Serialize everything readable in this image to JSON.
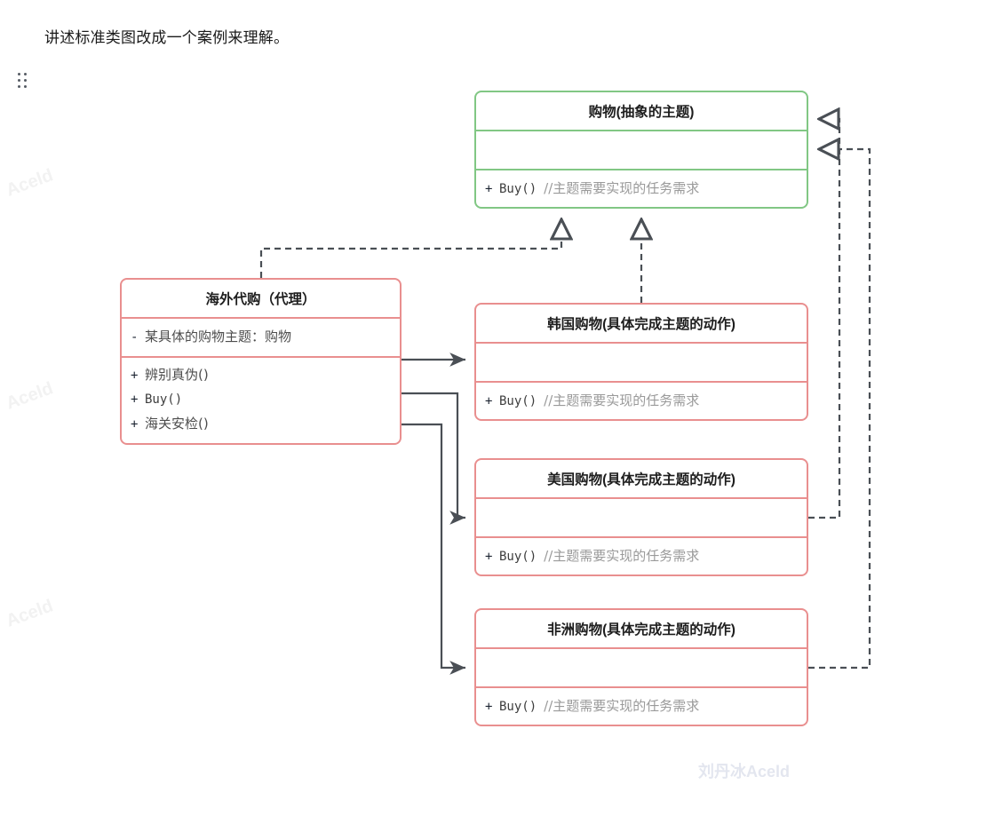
{
  "document": {
    "heading": "讲述标准类图改成一个案例来理解。",
    "drag_handle_icon": "drag-handle-icon"
  },
  "watermarks": {
    "side_text": "Aceld",
    "bottom_text": "刘丹冰Aceld"
  },
  "colors": {
    "abstract_border": "#81c784",
    "concrete_border": "#e98f8f",
    "connector": "#4a4f55",
    "text": "#1d1d1d",
    "member_text": "#8a8a8a"
  },
  "diagram": {
    "type": "uml-class-diagram",
    "classes": [
      {
        "id": "shopping",
        "name": "购物(抽象的主题)",
        "stereotype": "abstract-subject",
        "color": "#81c784",
        "attributes": [],
        "methods": [
          {
            "visibility": "+",
            "signature": "Buy()",
            "comment": "//主题需要实现的任务需求"
          }
        ]
      },
      {
        "id": "overseas-agent",
        "name": "海外代购（代理）",
        "stereotype": "proxy",
        "color": "#e98f8f",
        "attributes": [
          {
            "visibility": "-",
            "signature": "某具体的购物主题：购物",
            "comment": ""
          }
        ],
        "methods": [
          {
            "visibility": "+",
            "signature": "辨别真伪()",
            "comment": ""
          },
          {
            "visibility": "+",
            "signature": "Buy()",
            "comment": ""
          },
          {
            "visibility": "+",
            "signature": "海关安检()",
            "comment": ""
          }
        ]
      },
      {
        "id": "korea-shopping",
        "name": "韩国购物(具体完成主题的动作)",
        "stereotype": "concrete-subject",
        "color": "#e98f8f",
        "attributes": [],
        "methods": [
          {
            "visibility": "+",
            "signature": "Buy()",
            "comment": "//主题需要实现的任务需求"
          }
        ]
      },
      {
        "id": "usa-shopping",
        "name": "美国购物(具体完成主题的动作)",
        "stereotype": "concrete-subject",
        "color": "#e98f8f",
        "attributes": [],
        "methods": [
          {
            "visibility": "+",
            "signature": "Buy()",
            "comment": "//主题需要实现的任务需求"
          }
        ]
      },
      {
        "id": "africa-shopping",
        "name": "非洲购物(具体完成主题的动作)",
        "stereotype": "concrete-subject",
        "color": "#e98f8f",
        "attributes": [],
        "methods": [
          {
            "visibility": "+",
            "signature": "Buy()",
            "comment": "//主题需要实现的任务需求"
          }
        ]
      }
    ],
    "relations": [
      {
        "from": "overseas-agent",
        "to": "shopping",
        "kind": "realization",
        "style": "dashed-hollow-triangle"
      },
      {
        "from": "korea-shopping",
        "to": "shopping",
        "kind": "realization",
        "style": "dashed-hollow-triangle"
      },
      {
        "from": "usa-shopping",
        "to": "shopping",
        "kind": "realization",
        "style": "dashed-hollow-triangle"
      },
      {
        "from": "africa-shopping",
        "to": "shopping",
        "kind": "realization",
        "style": "dashed-hollow-triangle"
      },
      {
        "from": "overseas-agent",
        "to": "korea-shopping",
        "kind": "association",
        "style": "solid-arrow"
      },
      {
        "from": "overseas-agent",
        "to": "usa-shopping",
        "kind": "association",
        "style": "solid-arrow"
      },
      {
        "from": "overseas-agent",
        "to": "africa-shopping",
        "kind": "association",
        "style": "solid-arrow"
      }
    ]
  }
}
